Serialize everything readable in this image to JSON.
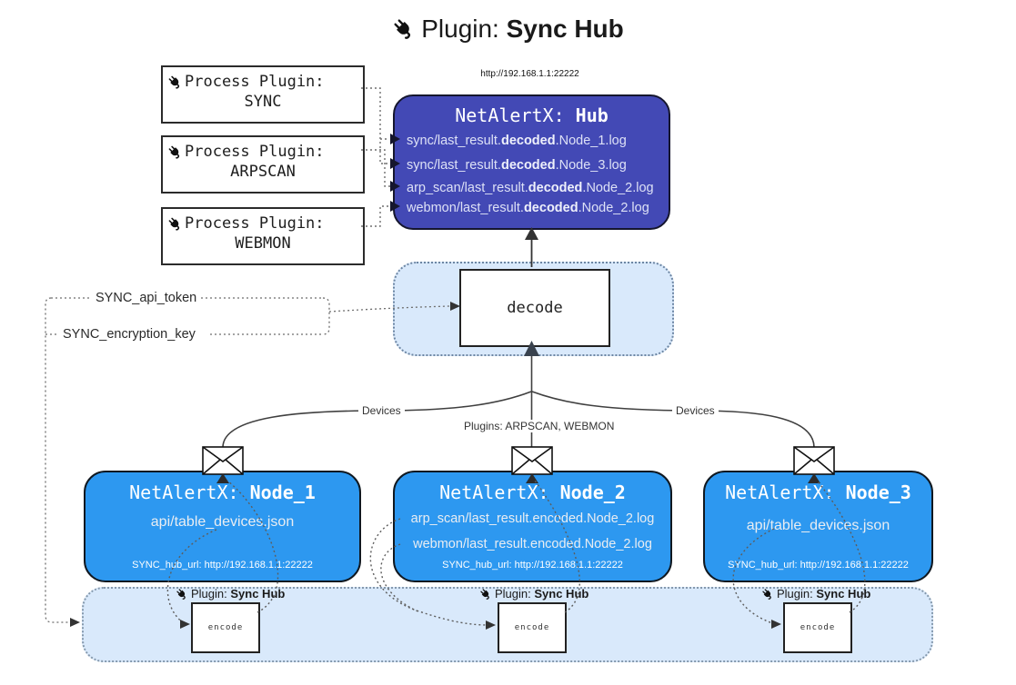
{
  "title": {
    "prefix": "Plugin: ",
    "bold": "Sync Hub"
  },
  "hub": {
    "url_label": "http://192.168.1.1:22222",
    "title_prefix": "NetAlertX: ",
    "title_bold": "Hub",
    "logs": [
      {
        "pre": "sync/last_result.",
        "bold": "decoded",
        "post": ".Node_1.log"
      },
      {
        "pre": "sync/last_result.",
        "bold": "decoded",
        "post": ".Node_3.log"
      },
      {
        "pre": "arp_scan/last_result.",
        "bold": "decoded",
        "post": ".Node_2.log"
      },
      {
        "pre": "webmon/last_result.",
        "bold": "decoded",
        "post": ".Node_2.log"
      }
    ]
  },
  "process_plugins": [
    {
      "line1": "Process Plugin:",
      "name": "SYNC"
    },
    {
      "line1": "Process Plugin:",
      "name": "ARPSCAN"
    },
    {
      "line1": "Process Plugin:",
      "name": "WEBMON"
    }
  ],
  "settings": {
    "api_token": "SYNC_api_token",
    "encryption_key": "SYNC_encryption_key"
  },
  "decode": {
    "label": "decode"
  },
  "edges": {
    "devices_left": "Devices",
    "devices_right": "Devices",
    "plugins_mid": "Plugins: ARPSCAN, WEBMON"
  },
  "nodes": [
    {
      "title_prefix": "NetAlertX: ",
      "title_bold": "Node_1",
      "lines": [
        "api/table_devices.json"
      ],
      "hub_url": "SYNC_hub_url: http://192.168.1.1:22222"
    },
    {
      "title_prefix": "NetAlertX: ",
      "title_bold": "Node_2",
      "lines": [
        "arp_scan/last_result.encoded.Node_2.log",
        "webmon/last_result.encoded.Node_2.log"
      ],
      "hub_url": "SYNC_hub_url: http://192.168.1.1:22222"
    },
    {
      "title_prefix": "NetAlertX: ",
      "title_bold": "Node_3",
      "lines": [
        "api/table_devices.json"
      ],
      "hub_url": "SYNC_hub_url: http://192.168.1.1:22222"
    }
  ],
  "encode": {
    "plugin_prefix": "Plugin: ",
    "plugin_bold": "Sync Hub",
    "label": "encode"
  },
  "colors": {
    "hub_fill": "#4349b5",
    "node_fill": "#2d98f0",
    "container_fill": "#d9e9fb",
    "line": "#3f3f3f",
    "dotted": "#666666"
  }
}
